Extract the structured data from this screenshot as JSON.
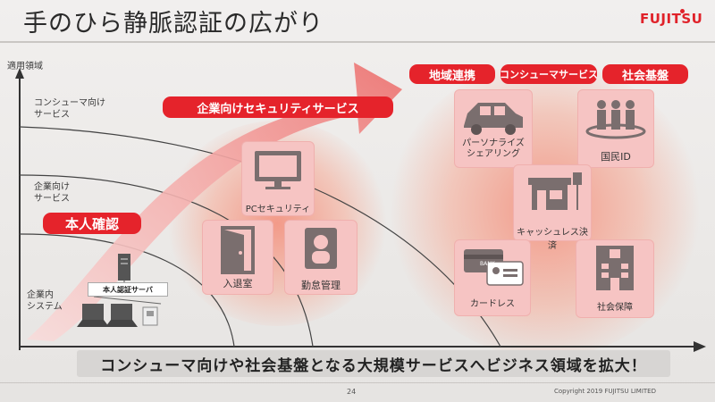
{
  "title": "手のひら静脈認証の広がり",
  "logo": "FUJITSU",
  "y_axis_label": "適用領域",
  "row_labels": {
    "consumer": "コンシューマ向け\nサービス",
    "enterprise": "企業向け\nサービス",
    "internal": "企業内\nシステム"
  },
  "phases": {
    "identity": "本人確認",
    "enterprise_security": "企業向けセキュリティサービス",
    "regional": "地域連携",
    "consumer_service": "コンシューマサービス",
    "social": "社会基盤"
  },
  "server_label": "本人認証サーバ",
  "tiles": {
    "pc_security": "PCセキュリティ",
    "entry_exit": "入退室",
    "attendance": "勤怠管理",
    "car_sharing": "パーソナライズ\nシェアリング",
    "national_id": "国民ID",
    "cashless": "キャッシュレス決済",
    "cardless": "カードレス",
    "social_security": "社会保障",
    "bank_card": "BANK"
  },
  "banner": "コンシューマ向けや社会基盤となる大規模サービスへビジネス領域を拡大！",
  "page_number": "24",
  "copyright": "Copyright 2019 FUJITSU LIMITED",
  "colors": {
    "accent": "#e5232b",
    "tile": "#f6c4c3",
    "icon": "#7a6e6e"
  }
}
